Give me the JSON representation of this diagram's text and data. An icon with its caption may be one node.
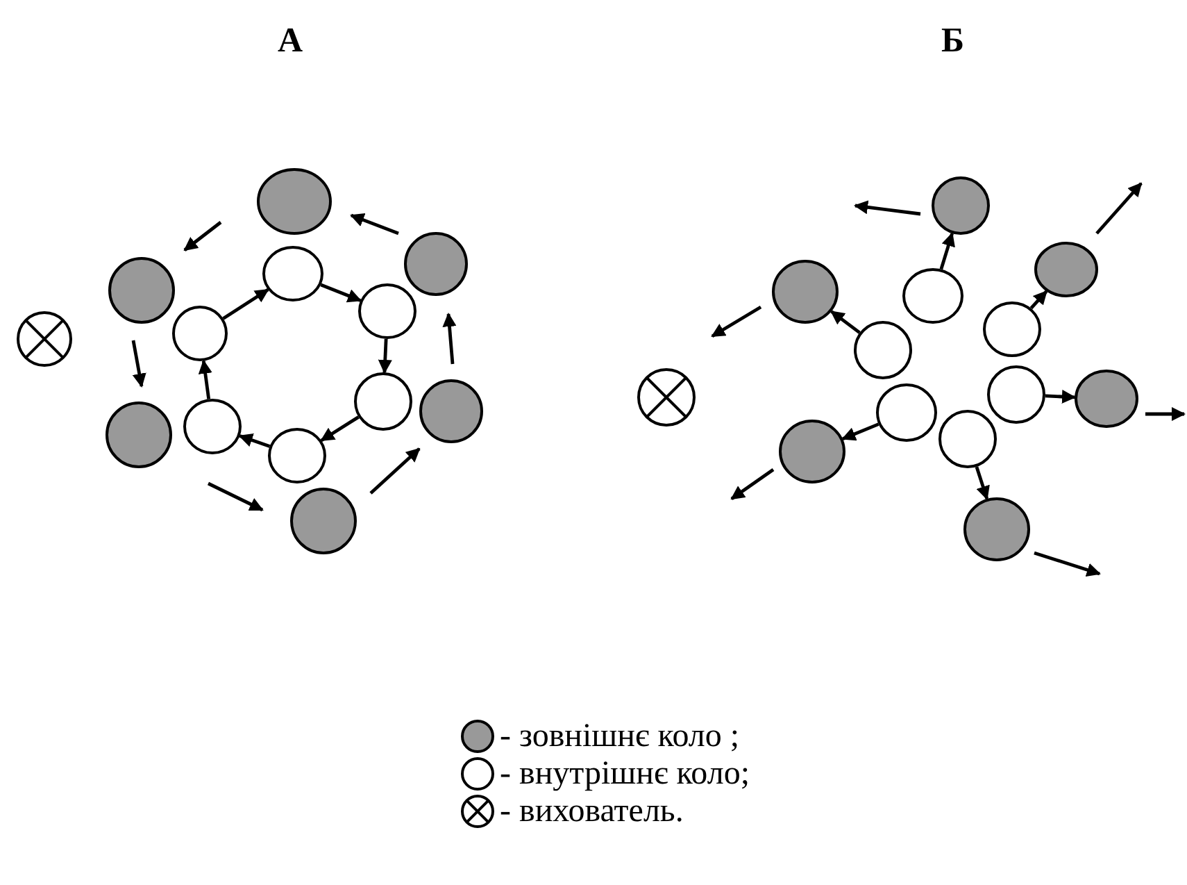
{
  "diagram": {
    "nodes": [
      {
        "text": [],
        "shape": "circle"
      },
      {
        "text": [],
        "shape": "circle"
      },
      {
        "text": [],
        "shape": "circle"
      },
      {
        "text": [],
        "shape": "circle"
      },
      {
        "text": [],
        "shape": "circle"
      },
      {
        "text": [],
        "shape": "circle"
      },
      {
        "text": [],
        "shape": "circle"
      },
      {
        "text": [],
        "shape": "circle"
      },
      {
        "text": [],
        "shape": "circle"
      },
      {
        "text": [],
        "shape": "circle"
      },
      {
        "text": [],
        "shape": "circle"
      },
      {
        "text": [],
        "shape": "circle"
      },
      {
        "text": [],
        "shape": "circle"
      },
      {
        "text": [],
        "shape": "circle"
      },
      {
        "text": [],
        "shape": "circle"
      },
      {
        "text": [],
        "shape": "circle"
      },
      {
        "text": [],
        "shape": "circle"
      },
      {
        "text": [],
        "shape": "circle"
      },
      {
        "text": [],
        "shape": "circle"
      },
      {
        "text": [],
        "shape": "circle"
      },
      {
        "text": [],
        "shape": "circle"
      },
      {
        "text": [],
        "shape": "circle"
      },
      {
        "text": [],
        "shape": "circle"
      },
      {
        "text": [],
        "shape": "circle"
      },
      {
        "text": [],
        "shape": "circle"
      },
      {
        "text": [],
        "shape": "circle"
      }
    ],
    "edges": [
      {
        "from": 8,
        "to": 7,
        "arrow": "to"
      },
      {
        "from": 7,
        "to": 9,
        "arrow": "to"
      },
      {
        "from": 9,
        "to": 10,
        "arrow": "to"
      },
      {
        "from": 10,
        "to": 12,
        "arrow": "to"
      },
      {
        "from": 12,
        "to": 11,
        "arrow": "to"
      },
      {
        "from": 11,
        "to": 8,
        "arrow": "to"
      },
      {
        "from": 20,
        "to": 14,
        "arrow": "to"
      },
      {
        "from": 21,
        "to": 15,
        "arrow": "to"
      },
      {
        "from": 22,
        "to": 16,
        "arrow": "to"
      },
      {
        "from": 23,
        "to": 17,
        "arrow": "to"
      },
      {
        "from": 24,
        "to": 18,
        "arrow": "to"
      },
      {
        "from": 25,
        "to": 19,
        "arrow": "to"
      }
    ],
    "labels": [
      "А",
      "Б"
    ],
    "legend": [
      {
        "text": "- зовнішнє коло ;"
      },
      {
        "text": "- внутрішнє коло;"
      },
      {
        "text": "- вихователь."
      }
    ]
  }
}
